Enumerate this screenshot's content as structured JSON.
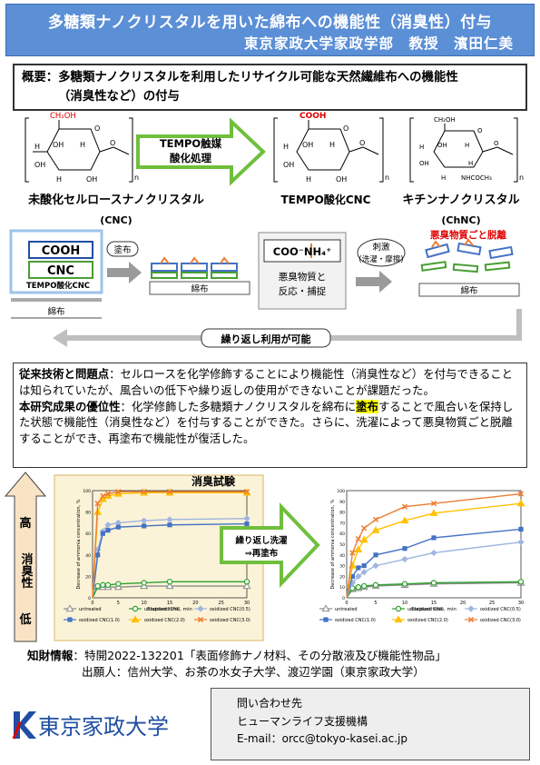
{
  "header": {
    "title": "多糖類ナノクリスタルを用いた綿布への機能性（消臭性）付与",
    "author": "東京家政大学家政学部　教授　濱田仁美"
  },
  "summary": {
    "label": "概要",
    "line1": "：多糖類ナノクリスタルを利用したリサイクル可能な天然繊維布への機能性",
    "line2": "（消臭性など）の付与"
  },
  "chem": {
    "unoxidized_name": "未酸化セルロースナノクリスタル",
    "unoxidized_abbr": "(CNC)",
    "arrow_label_1": "TEMPO触媒",
    "arrow_label_2": "酸化処理",
    "tempo_name": "TEMPO酸化CNC",
    "chitin_name": "キチンナノクリスタル",
    "chitin_abbr": "(ChNC)",
    "ch2oh": "CH₂OH",
    "cooh_red": "COOH",
    "oh": "OH",
    "h": "H",
    "o": "O",
    "n": "n",
    "nhcoch3": "NHCOCH₃",
    "ch2oh_plain": "CH₂OH"
  },
  "scheme": {
    "cooh": "COOH",
    "cnc": "CNC",
    "tempo_cnc": "TEMPO酸化CNC",
    "fabric": "綿布",
    "coating": "塗布",
    "coo_nh4": "COO⁻NH₄⁺",
    "capture_1": "悪臭物質と",
    "capture_2": "反応・捕捉",
    "stimulus_1": "刺激",
    "stimulus_2": "(洗濯・摩擦)",
    "release": "悪臭物質ごと脱離",
    "reuse": "繰り返し利用が可能"
  },
  "paragraph": {
    "label1": "従来技術と問題点",
    "text1": "：セルロースを化学修飾することにより機能性（消臭性など）を付与できることは知られていたが、風合いの低下や繰り返しの使用ができないことが課題だった。",
    "label2": "本研究成果の優位性",
    "text2a": "：化学修飾した多糖類ナノクリスタルを綿布に",
    "highlight": "塗布",
    "text2b": "することで風合いを保持した状態で機能性（消臭性など）を付与することができた。さらに、洗濯によって悪臭物質ごと脱離することができ、再塗布で機能性が復活した。"
  },
  "test": {
    "title": "消臭試験",
    "high": "高",
    "deodor": "消臭性",
    "low": "低",
    "arrow_1": "繰り返し洗濯",
    "arrow_2": "⇒再塗布"
  },
  "chart_data": [
    {
      "type": "line",
      "xlabel": "Elapsed time, min",
      "ylabel": "Decrease of ammonia concentration, %",
      "xlim": [
        0,
        30
      ],
      "ylim": [
        0,
        100
      ],
      "xticks": [
        0,
        5,
        10,
        15,
        20,
        25,
        30
      ],
      "yticks": [
        0,
        20,
        40,
        60,
        80,
        100
      ],
      "x": [
        0,
        1,
        2,
        3,
        5,
        10,
        15,
        30
      ],
      "series": [
        {
          "name": "untreated",
          "color": "#8c8c8c",
          "marker": "triangle",
          "values": [
            0,
            10,
            10,
            10,
            10,
            11,
            11,
            11
          ]
        },
        {
          "name": "unoxidized CNC",
          "color": "#2ca02c",
          "marker": "circle",
          "values": [
            0,
            11,
            12,
            12,
            13,
            14,
            15,
            15
          ]
        },
        {
          "name": "oxidized CNC(0.5)",
          "color": "#9fb4e0",
          "marker": "diamond",
          "values": [
            0,
            45,
            62,
            68,
            70,
            72,
            73,
            74
          ]
        },
        {
          "name": "oxidized CNC(1.0)",
          "color": "#4472c4",
          "marker": "square",
          "values": [
            0,
            40,
            60,
            63,
            66,
            67,
            68,
            69
          ]
        },
        {
          "name": "oxidized CNC(2.0)",
          "color": "#ffc000",
          "marker": "triangle",
          "values": [
            0,
            80,
            92,
            95,
            97,
            98,
            98,
            98
          ]
        },
        {
          "name": "oxidized CNC(3.0)",
          "color": "#ed7d31",
          "marker": "x",
          "values": [
            0,
            88,
            95,
            97,
            99,
            99,
            99,
            99
          ]
        }
      ]
    },
    {
      "type": "line",
      "xlabel": "Elapsed time, min",
      "ylabel": "Decrease of ammonia concentration, %",
      "xlim": [
        0,
        30
      ],
      "ylim": [
        0,
        100
      ],
      "xticks": [
        0,
        5,
        10,
        15,
        20,
        25,
        30
      ],
      "yticks": [
        0,
        10,
        20,
        30,
        40,
        50,
        60,
        70,
        80,
        90,
        100
      ],
      "x": [
        0,
        1,
        2,
        3,
        5,
        10,
        15,
        30
      ],
      "series": [
        {
          "name": "untreated",
          "color": "#8c8c8c",
          "marker": "triangle",
          "values": [
            0,
            8,
            9,
            10,
            11,
            12,
            13,
            14
          ]
        },
        {
          "name": "unoxidized CNC",
          "color": "#2ca02c",
          "marker": "circle",
          "values": [
            0,
            9,
            10,
            11,
            12,
            13,
            14,
            15
          ]
        },
        {
          "name": "oxidized CNC(0.5)",
          "color": "#9fb4e0",
          "marker": "diamond",
          "values": [
            0,
            14,
            20,
            24,
            30,
            36,
            42,
            52
          ]
        },
        {
          "name": "oxidized CNC(1.0)",
          "color": "#4472c4",
          "marker": "square",
          "values": [
            0,
            20,
            28,
            30,
            40,
            46,
            56,
            64
          ]
        },
        {
          "name": "oxidized CNC(2.0)",
          "color": "#ffc000",
          "marker": "triangle",
          "values": [
            0,
            30,
            45,
            54,
            63,
            72,
            79,
            88
          ]
        },
        {
          "name": "oxidized CNC(3.0)",
          "color": "#ed7d31",
          "marker": "x",
          "values": [
            0,
            42,
            55,
            65,
            73,
            85,
            88,
            97
          ]
        }
      ]
    }
  ],
  "ip": {
    "label": "知財情報",
    "patent": "：特開2022-132201「表面修飾ナノ材料、その分散液及び機能性物品」",
    "applicants": "出願人：信州大学、お茶の水女子大学、渡辺学園（東京家政大学）"
  },
  "logo": {
    "text": "東京家政大学",
    "mark": "K"
  },
  "contact": {
    "title": "問い合わせ先",
    "org": "ヒューマンライフ支援機構",
    "email": "E-mail：orcc@tokyo-kasei.ac.jp"
  },
  "colors": {
    "header": "#5b8fd6",
    "accent_red": "#e00000",
    "arrow_green": "#6fbf3c",
    "logo_blue": "#1f4ea3"
  }
}
